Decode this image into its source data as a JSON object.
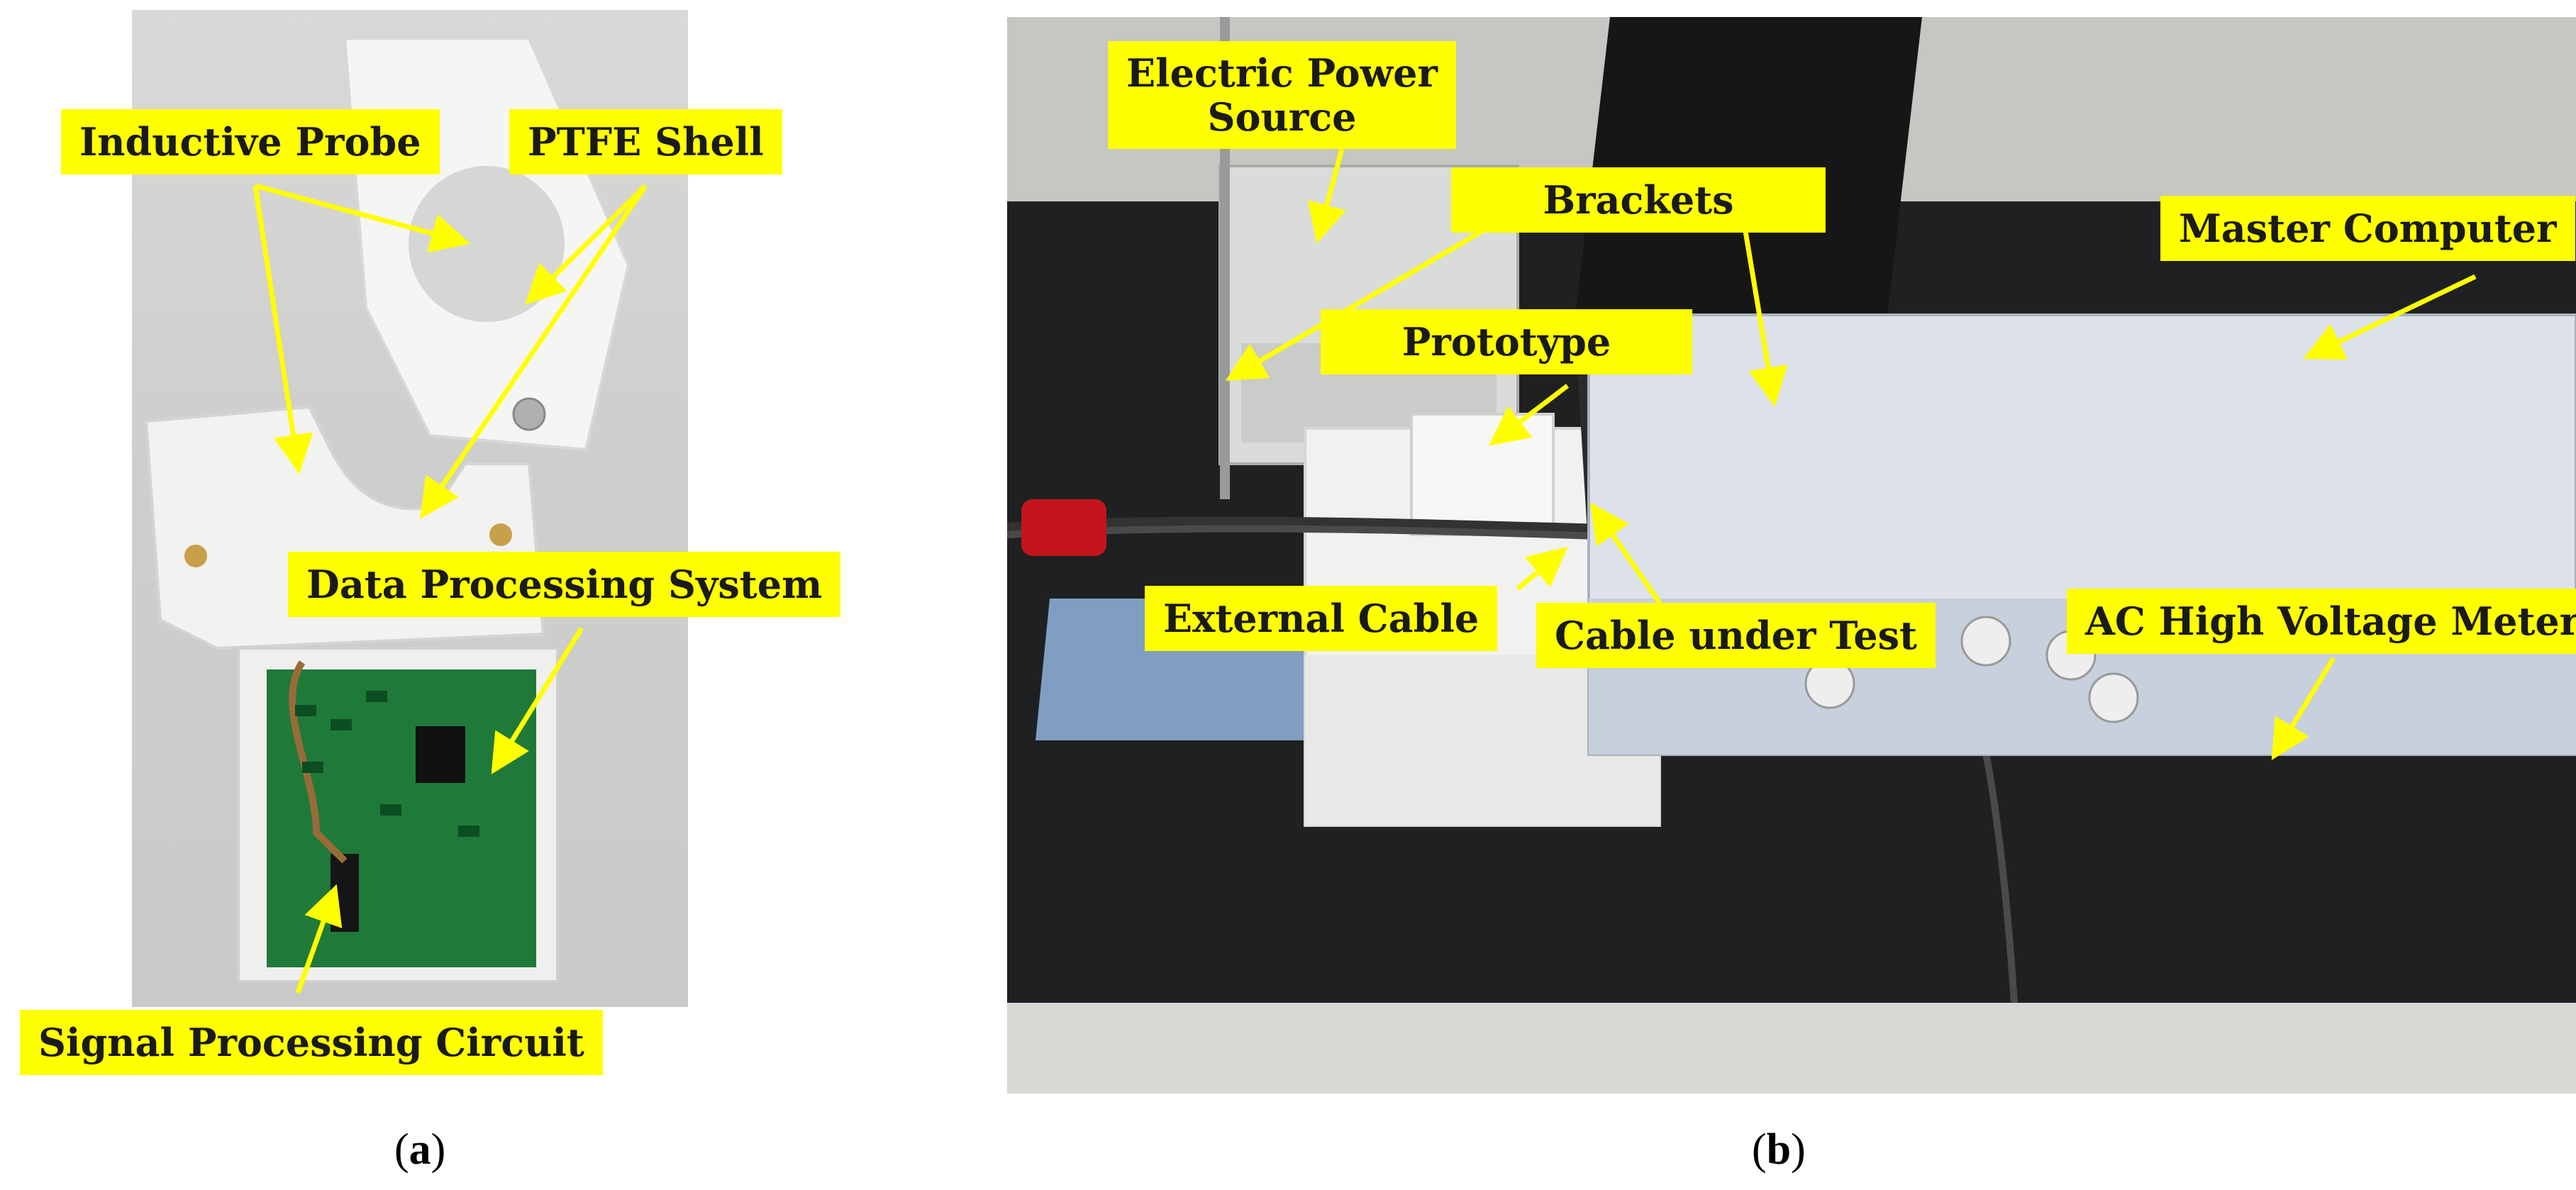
{
  "panel_a": {
    "caption_open": "(",
    "caption_letter": "a",
    "caption_close": ")",
    "labels": {
      "inductive_probe": "Inductive Probe",
      "ptfe_shell": "PTFE Shell",
      "data_processing_system": "Data Processing System",
      "signal_processing_circuit": "Signal Processing Circuit"
    }
  },
  "panel_b": {
    "caption_open": "(",
    "caption_letter": "b",
    "caption_close": ")",
    "labels": {
      "electric_power_source": [
        "Electric Power",
        "Source"
      ],
      "brackets": "Brackets",
      "prototype": "Prototype",
      "master_computer": "Master Computer",
      "external_cable": "External Cable",
      "cable_under_test": "Cable under Test",
      "ac_high_voltage_meter": "AC High Voltage Meter"
    }
  },
  "colors": {
    "label_bg": "#ffff00",
    "arrow": "#ffff00",
    "ptfe": "#f4f4f2",
    "pcb": "#1f7a3a"
  }
}
